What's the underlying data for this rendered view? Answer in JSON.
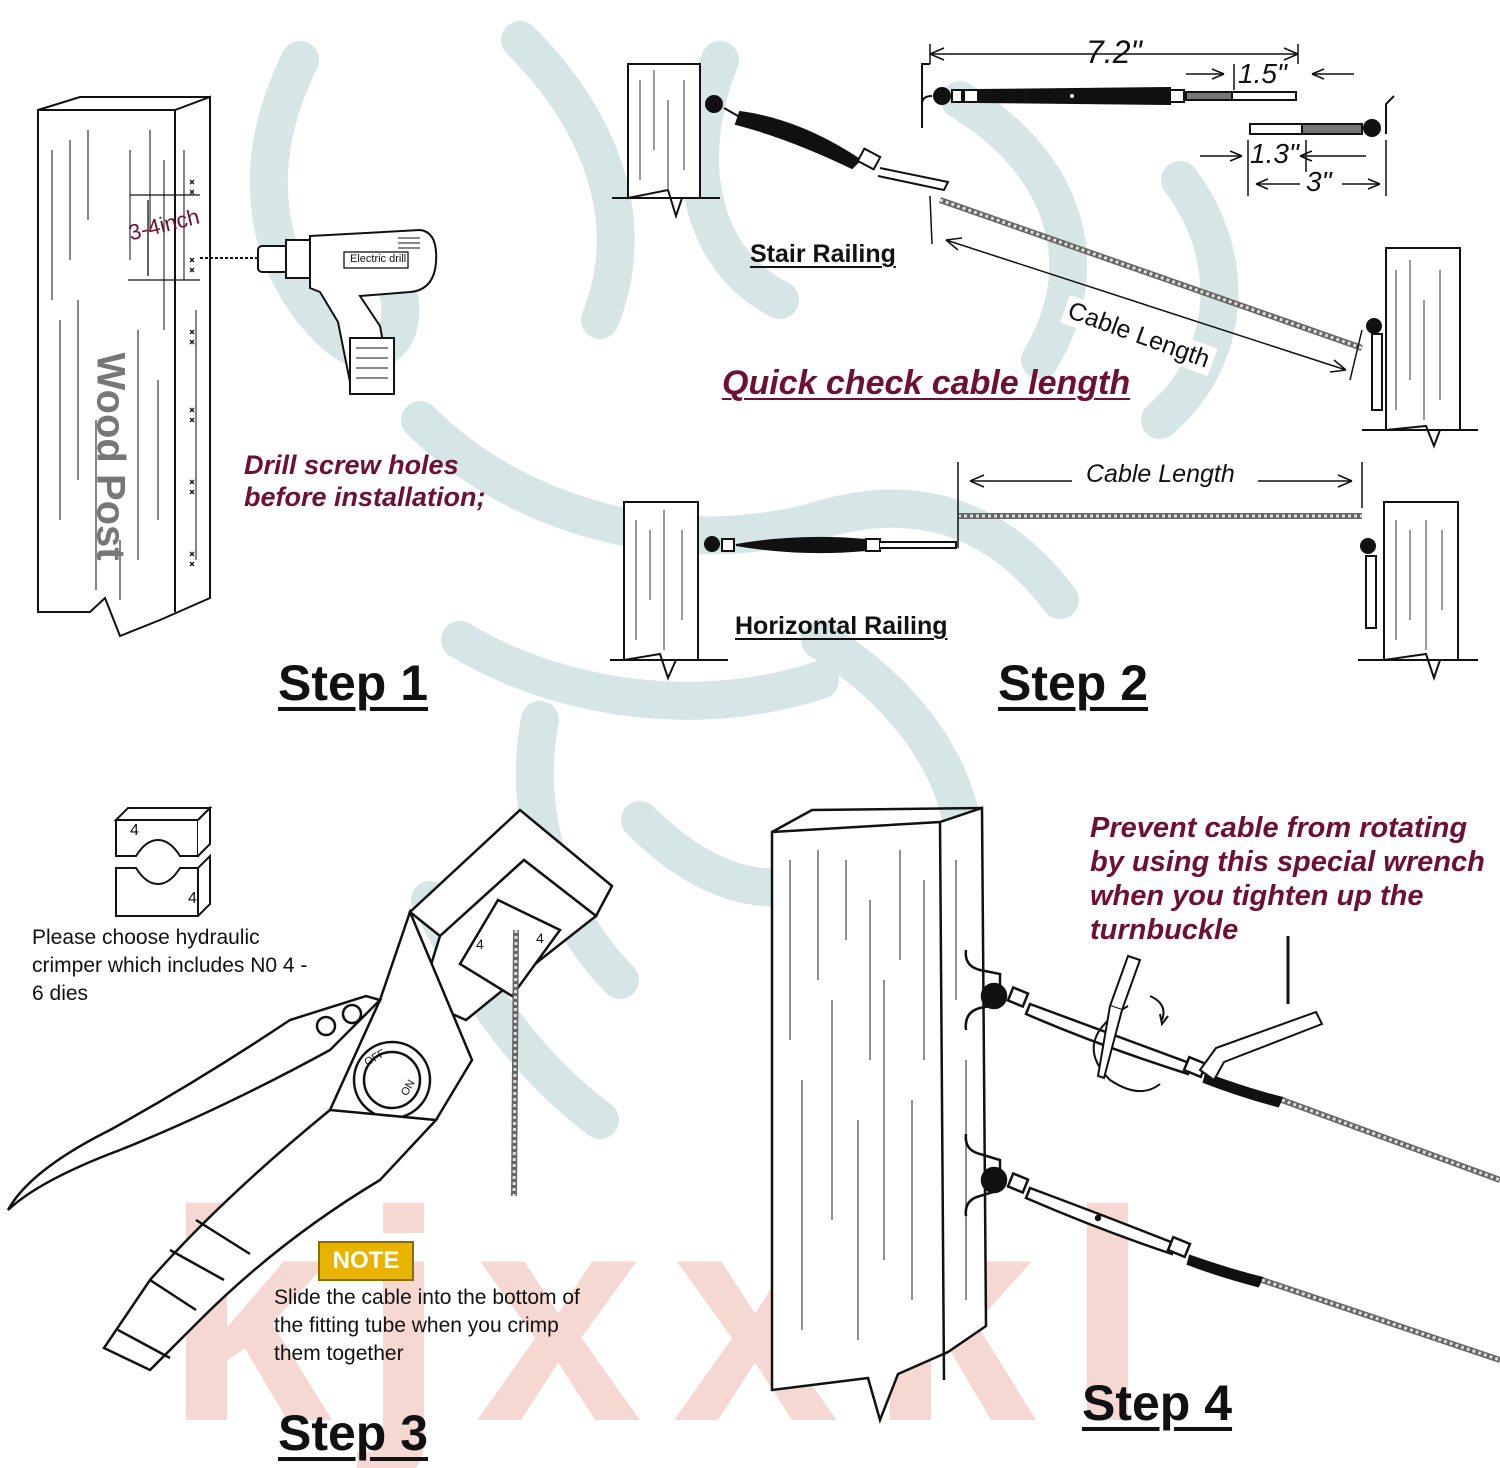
{
  "watermark": {
    "text": "kjxxkl",
    "color": "#f6d8d2"
  },
  "colors": {
    "accent_text": "#6e1033",
    "note_badge": "#e8b400",
    "line": "#111111",
    "logo": "#c9dede"
  },
  "step1": {
    "title": "Step 1",
    "post_label": "Wood Post",
    "spacing_label": "3-4inch",
    "drill_label": "Electric drill",
    "instruction_line1": "Drill screw holes",
    "instruction_line2": "before installation;"
  },
  "step2": {
    "title": "Step 2",
    "stair_label": "Stair Railing",
    "horizontal_label": "Horizontal Railing",
    "cable_length_stair": "Cable Length",
    "cable_length_horizontal": "Cable Length",
    "heading": "Quick check cable length",
    "dim_total": "7.2\"",
    "dim_end": "1.5\"",
    "dim_stud": "1.3\"",
    "dim_fitting": "3\""
  },
  "step3": {
    "title": "Step 3",
    "die_number_top": "4",
    "die_number_bottom": "4",
    "crimper_die_left": "4",
    "crimper_die_right": "4",
    "dial_off": "OFF",
    "dial_on": "ON",
    "die_note_lines": [
      "Please choose hydraulic",
      "crimper which includes N0 4 -",
      "6 dies"
    ],
    "note_badge": "NOTE",
    "note_lines": [
      "Slide the cable into the bottom of",
      "the fitting tube when you crimp",
      "them together"
    ]
  },
  "step4": {
    "title": "Step 4",
    "instruction_lines": [
      "Prevent cable from rotating",
      "by using this special wrench",
      "when you tighten up the",
      "turnbuckle"
    ]
  }
}
